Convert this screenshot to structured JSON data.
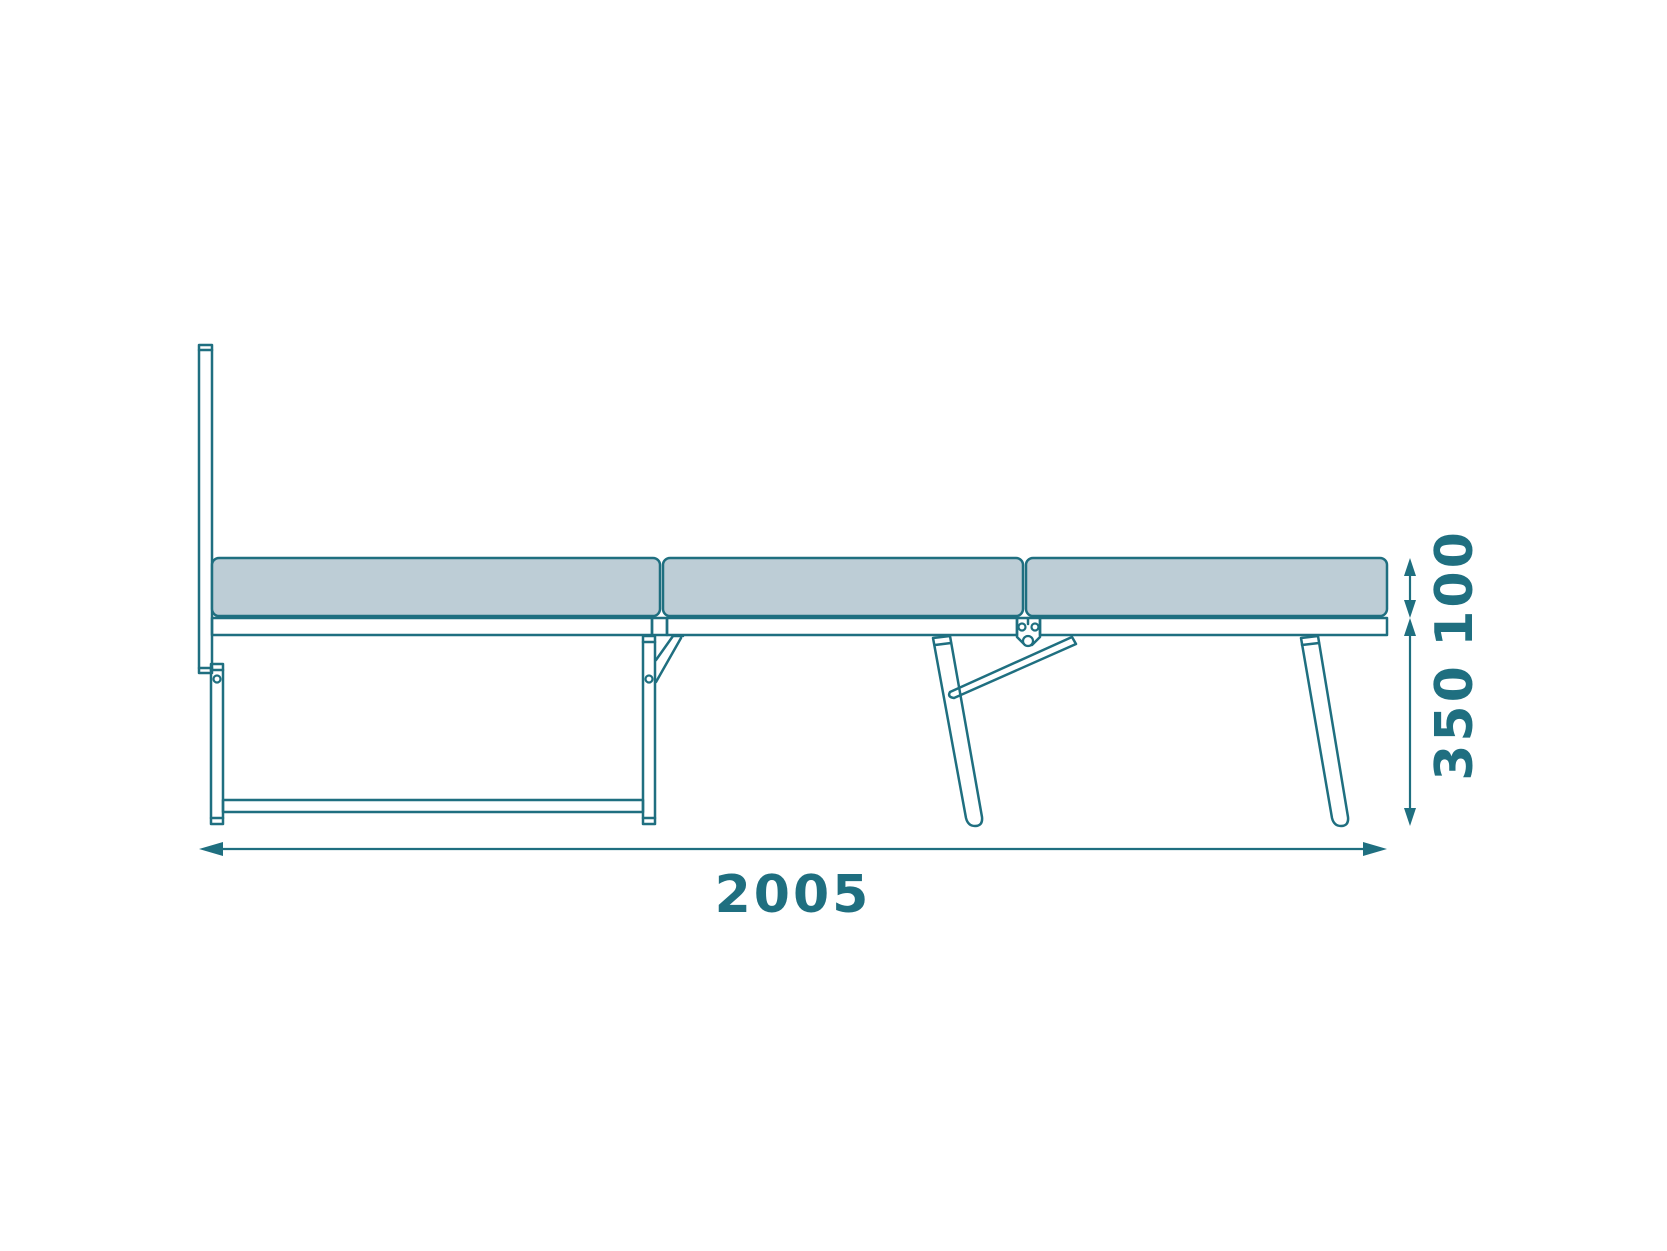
{
  "colors": {
    "line": "#1f6f80",
    "cushion_fill": "#bdcdd6",
    "background": "#ffffff"
  },
  "dimensions": {
    "length": "2005",
    "mattress_height": "100",
    "leg_height": "350"
  }
}
